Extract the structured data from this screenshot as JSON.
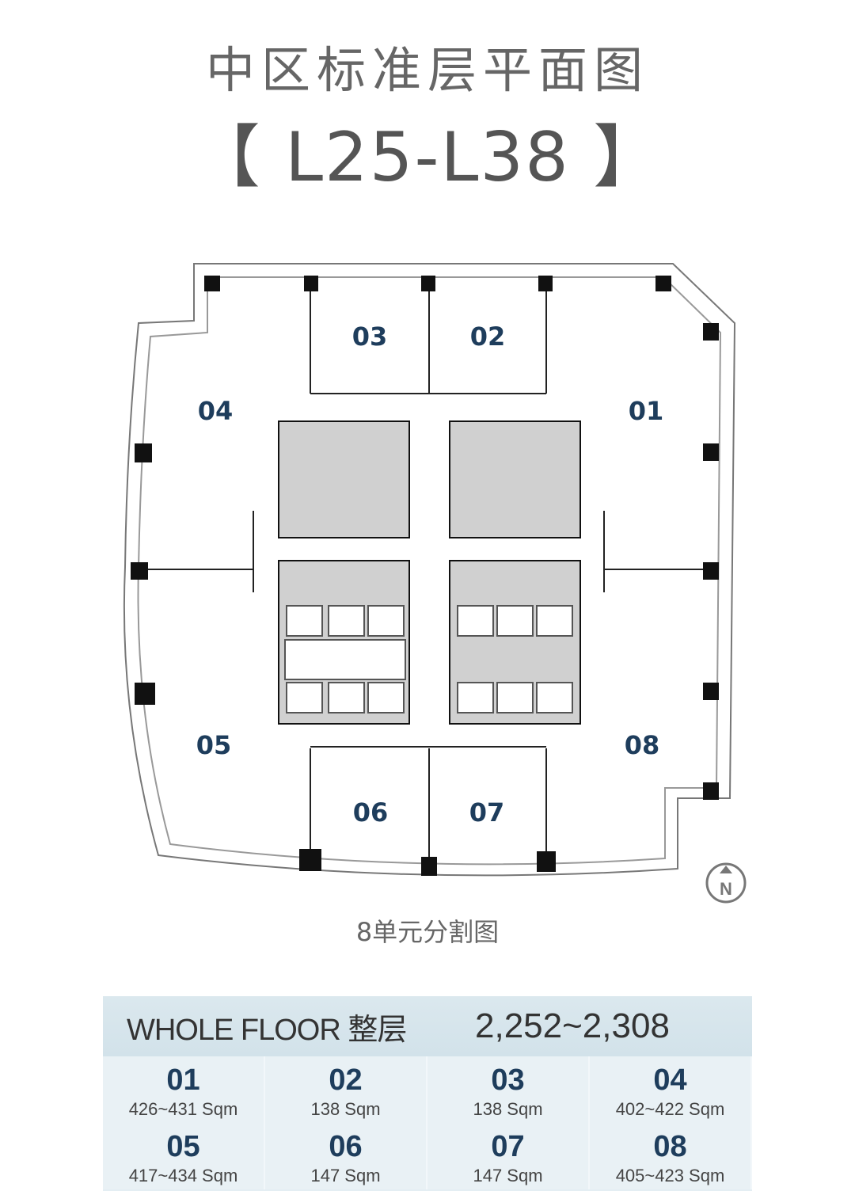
{
  "title": "中区标准层平面图",
  "subtitle": "【 L25-L38 】",
  "units_on_plan": [
    "01",
    "02",
    "03",
    "04",
    "05",
    "06",
    "07",
    "08"
  ],
  "compass": "N",
  "caption": "8单元分割图",
  "table": {
    "whole_floor_label": "WHOLE FLOOR 整层",
    "whole_floor_value": "2,252~2,308",
    "units": [
      {
        "id": "01",
        "area": "426~431 Sqm"
      },
      {
        "id": "02",
        "area": "138 Sqm"
      },
      {
        "id": "03",
        "area": "138 Sqm"
      },
      {
        "id": "04",
        "area": "402~422 Sqm"
      },
      {
        "id": "05",
        "area": "417~434 Sqm"
      },
      {
        "id": "06",
        "area": "147 Sqm"
      },
      {
        "id": "07",
        "area": "147 Sqm"
      },
      {
        "id": "08",
        "area": "405~423 Sqm"
      }
    ]
  }
}
